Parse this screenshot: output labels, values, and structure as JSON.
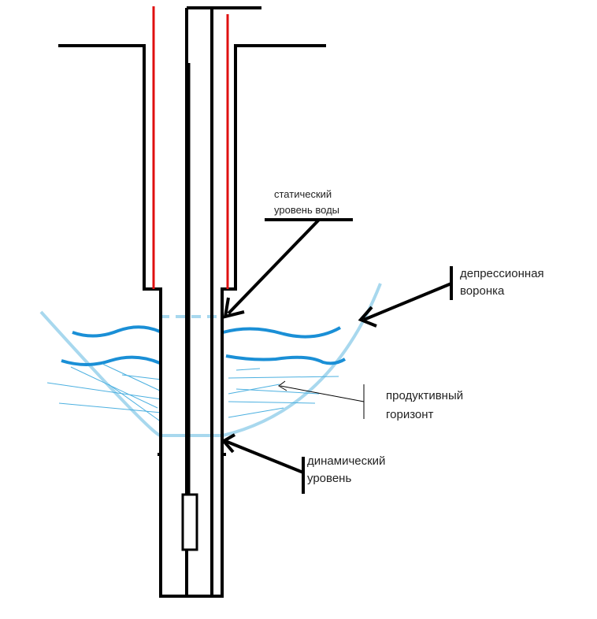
{
  "colors": {
    "outline": "#000000",
    "casing_red": "#e01010",
    "water_dark": "#1a8fd6",
    "water_light": "#a8d8ee",
    "hatch": "#4cb0e0"
  },
  "labels": {
    "static_level": [
      "статический",
      "уровень воды"
    ],
    "depression_funnel": [
      "депрессионная",
      "воронка"
    ],
    "productive_horizon": [
      "продуктивный",
      "горизонт"
    ],
    "dynamic_level": [
      "динамический",
      "уровень"
    ]
  }
}
